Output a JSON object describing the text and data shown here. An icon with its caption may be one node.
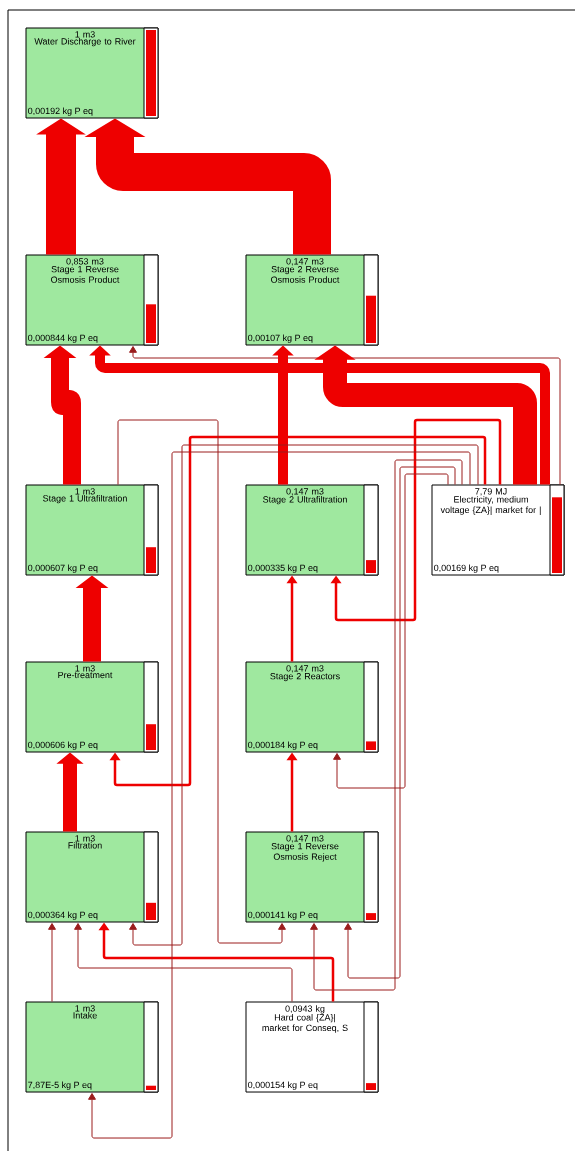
{
  "diagram": {
    "nodes": [
      {
        "text": [
          "1 m3",
          "Water Discharge to River",
          "0,00192 kg P eq"
        ]
      },
      {
        "text": [
          "0,853 m3",
          "Stage 1 Reverse Osmosis Product",
          "0,000844 kg P eq"
        ]
      },
      {
        "text": [
          "0,147 m3",
          "Stage 2 Reverse Osmosis Product",
          "0,00107 kg P eq"
        ]
      },
      {
        "text": [
          "1 m3",
          "Stage 1 Ultrafiltration",
          "0,000607 kg P eq"
        ]
      },
      {
        "text": [
          "0,147 m3",
          "Stage 2 Ultrafiltration",
          "0,000335 kg P eq"
        ]
      },
      {
        "text": [
          "7,79 MJ",
          "Electricity, medium voltage {ZA}| market for |",
          "0,00169 kg P eq"
        ]
      },
      {
        "text": [
          "1 m3",
          "Pre-treatment",
          "0,000606 kg P eq"
        ]
      },
      {
        "text": [
          "0,147 m3",
          "Stage 2 Reactors",
          "0,000184 kg P eq"
        ]
      },
      {
        "text": [
          "1 m3",
          "Filtration",
          "0,000364 kg P eq"
        ]
      },
      {
        "text": [
          "0,147 m3",
          "Stage 1 Reverse Osmosis Reject",
          "0,000141 kg P eq"
        ]
      },
      {
        "text": [
          "1 m3",
          "Intake",
          "7,87E-5 kg P eq"
        ]
      },
      {
        "text": [
          "0,0943 kg",
          "Hard coal {ZA}| market for Conseq, S",
          "0,000154 kg P eq"
        ]
      }
    ],
    "edges": [
      {
        "from": 1,
        "to": 0,
        "arrow": "to",
        "style": "thick"
      },
      {
        "from": 2,
        "to": 0,
        "arrow": "to",
        "style": "thick"
      },
      {
        "from": 3,
        "to": 1,
        "arrow": "to",
        "style": "thick"
      },
      {
        "from": 5,
        "to": 1,
        "arrow": "to",
        "style": "thick"
      },
      {
        "from": 5,
        "to": 1,
        "arrow": "to",
        "color": "#9b1c1c"
      },
      {
        "from": 4,
        "to": 2,
        "arrow": "to",
        "style": "thick"
      },
      {
        "from": 5,
        "to": 2,
        "arrow": "to",
        "style": "thick"
      },
      {
        "from": 6,
        "to": 3,
        "arrow": "to",
        "style": "thick"
      },
      {
        "from": 5,
        "to": 6,
        "arrow": "to"
      },
      {
        "from": 5,
        "to": 4,
        "arrow": "to"
      },
      {
        "from": 7,
        "to": 4,
        "arrow": "to"
      },
      {
        "from": 9,
        "to": 7,
        "arrow": "to"
      },
      {
        "from": 8,
        "to": 6,
        "arrow": "to",
        "style": "thick"
      },
      {
        "from": 10,
        "to": 8,
        "arrow": "to",
        "color": "#9b1c1c"
      },
      {
        "from": 11,
        "to": 8,
        "arrow": "to",
        "color": "#9b1c1c"
      },
      {
        "from": 11,
        "to": 8,
        "arrow": "to"
      },
      {
        "from": 5,
        "to": 8,
        "arrow": "to",
        "color": "#9b1c1c"
      },
      {
        "from": 5,
        "to": 10,
        "arrow": "to",
        "color": "#9b1c1c"
      },
      {
        "from": 3,
        "to": 9,
        "arrow": "to",
        "color": "#9b1c1c"
      },
      {
        "from": 5,
        "to": 9,
        "arrow": "to",
        "color": "#9b1c1c"
      },
      {
        "from": 5,
        "to": 9,
        "arrow": "to",
        "color": "#9b1c1c"
      },
      {
        "from": 5,
        "to": 7,
        "arrow": "to",
        "color": "#9b1c1c"
      }
    ]
  }
}
